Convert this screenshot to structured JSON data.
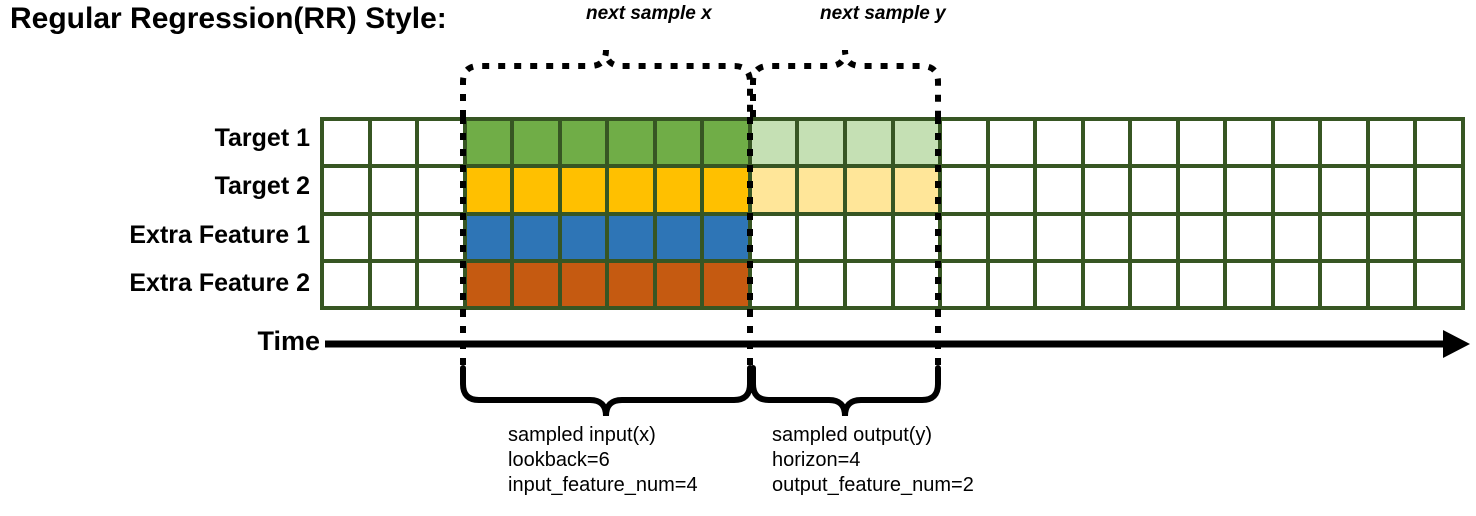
{
  "title": "Regular Regression(RR) Style:",
  "annotations": {
    "next_sample_x": "next sample x",
    "next_sample_y": "next sample y"
  },
  "rows": [
    {
      "label": "Target 1",
      "fill": "green"
    },
    {
      "label": "Target 2",
      "fill": "yellow"
    },
    {
      "label": "Extra Feature 1",
      "fill": "blue"
    },
    {
      "label": "Extra Feature 2",
      "fill": "orange"
    }
  ],
  "grid": {
    "columns": 24,
    "rows": 4,
    "lead_blank_cols": 3,
    "input_cols": 6,
    "output_cols": 4,
    "trailing_blank_cols": 11,
    "cells": [
      [
        "white",
        "white",
        "white",
        "green",
        "green",
        "green",
        "green",
        "green",
        "green",
        "light-green",
        "light-green",
        "light-green",
        "light-green",
        "white",
        "white",
        "white",
        "white",
        "white",
        "white",
        "white",
        "white",
        "white",
        "white",
        "white"
      ],
      [
        "white",
        "white",
        "white",
        "yellow",
        "yellow",
        "yellow",
        "yellow",
        "yellow",
        "yellow",
        "light-yellow",
        "light-yellow",
        "light-yellow",
        "light-yellow",
        "white",
        "white",
        "white",
        "white",
        "white",
        "white",
        "white",
        "white",
        "white",
        "white",
        "white"
      ],
      [
        "white",
        "white",
        "white",
        "blue",
        "blue",
        "blue",
        "blue",
        "blue",
        "blue",
        "white",
        "white",
        "white",
        "white",
        "white",
        "white",
        "white",
        "white",
        "white",
        "white",
        "white",
        "white",
        "white",
        "white",
        "white"
      ],
      [
        "white",
        "white",
        "white",
        "orange",
        "orange",
        "orange",
        "orange",
        "orange",
        "orange",
        "white",
        "white",
        "white",
        "white",
        "white",
        "white",
        "white",
        "white",
        "white",
        "white",
        "white",
        "white",
        "white",
        "white",
        "white"
      ]
    ]
  },
  "colors": {
    "grid_border": "#375623",
    "white": "#FFFFFF",
    "green": "#70AD47",
    "yellow": "#FFC000",
    "blue": "#2E75B6",
    "orange": "#C55A11",
    "light-green": "#C5E0B4",
    "light-yellow": "#FFE699",
    "axis": "#000000"
  },
  "time_axis": {
    "label": "Time"
  },
  "captions": {
    "input": {
      "title": "sampled input(x)",
      "line2": "lookback=6",
      "line3": "input_feature_num=4"
    },
    "output": {
      "title": "sampled output(y)",
      "line2": "horizon=4",
      "line3": "output_feature_num=2"
    }
  }
}
